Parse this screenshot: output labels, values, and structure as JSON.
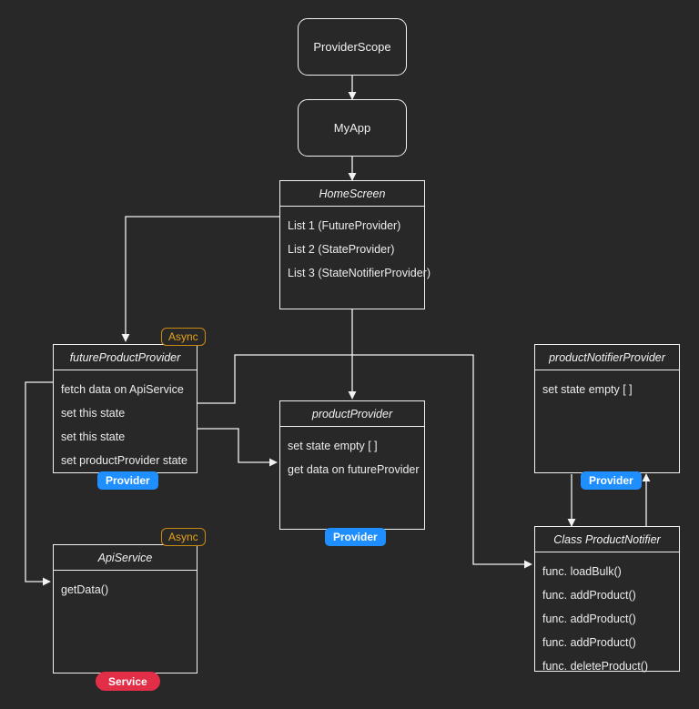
{
  "diagram": {
    "title": "Riverpod provider architecture diagram",
    "background_color": "#282828",
    "line_color": "#f2f2f2",
    "badge_colors": {
      "provider": "#1f8fff",
      "service": "#e32e47",
      "async_text": "#e8a317",
      "async_border": "#c98a10"
    }
  },
  "nodes": {
    "provider_scope": {
      "label": "ProviderScope"
    },
    "my_app": {
      "label": "MyApp"
    },
    "home_screen": {
      "title": "HomeScreen",
      "rows": [
        "List 1 (FutureProvider)",
        "List 2 (StateProvider)",
        "List 3 (StateNotifierProvider)"
      ]
    },
    "future_product_provider": {
      "title": "futureProductProvider",
      "rows": [
        "fetch data on ApiService",
        "set this state",
        "set this state",
        "set productProvider state"
      ],
      "badge": "Provider",
      "tag": "Async"
    },
    "api_service": {
      "title": "ApiService",
      "rows": [
        "getData()"
      ],
      "badge": "Service",
      "tag": "Async"
    },
    "product_provider": {
      "title": "productProvider",
      "rows": [
        "set state empty [ ]",
        "get data on futureProvider"
      ],
      "badge": "Provider"
    },
    "product_notifier_provider": {
      "title": "productNotifierProvider",
      "rows": [
        "set state empty [ ]"
      ],
      "badge": "Provider"
    },
    "product_notifier": {
      "title": "Class ProductNotifier",
      "rows": [
        "func. loadBulk()",
        "func. addProduct()",
        "func. addProduct()",
        "func. addProduct()",
        "func. deleteProduct()"
      ]
    }
  },
  "edges": [
    {
      "from": "provider_scope",
      "to": "my_app"
    },
    {
      "from": "my_app",
      "to": "home_screen"
    },
    {
      "from": "home_screen",
      "to": "future_product_provider"
    },
    {
      "from": "home_screen",
      "to": "product_provider"
    },
    {
      "from": "future_product_provider",
      "to": "api_service"
    },
    {
      "from": "future_product_provider",
      "to": "product_provider"
    },
    {
      "from": "future_product_provider",
      "to": "product_notifier"
    },
    {
      "from": "product_notifier_provider",
      "to": "product_notifier"
    },
    {
      "from": "product_notifier",
      "to": "product_notifier_provider"
    }
  ]
}
